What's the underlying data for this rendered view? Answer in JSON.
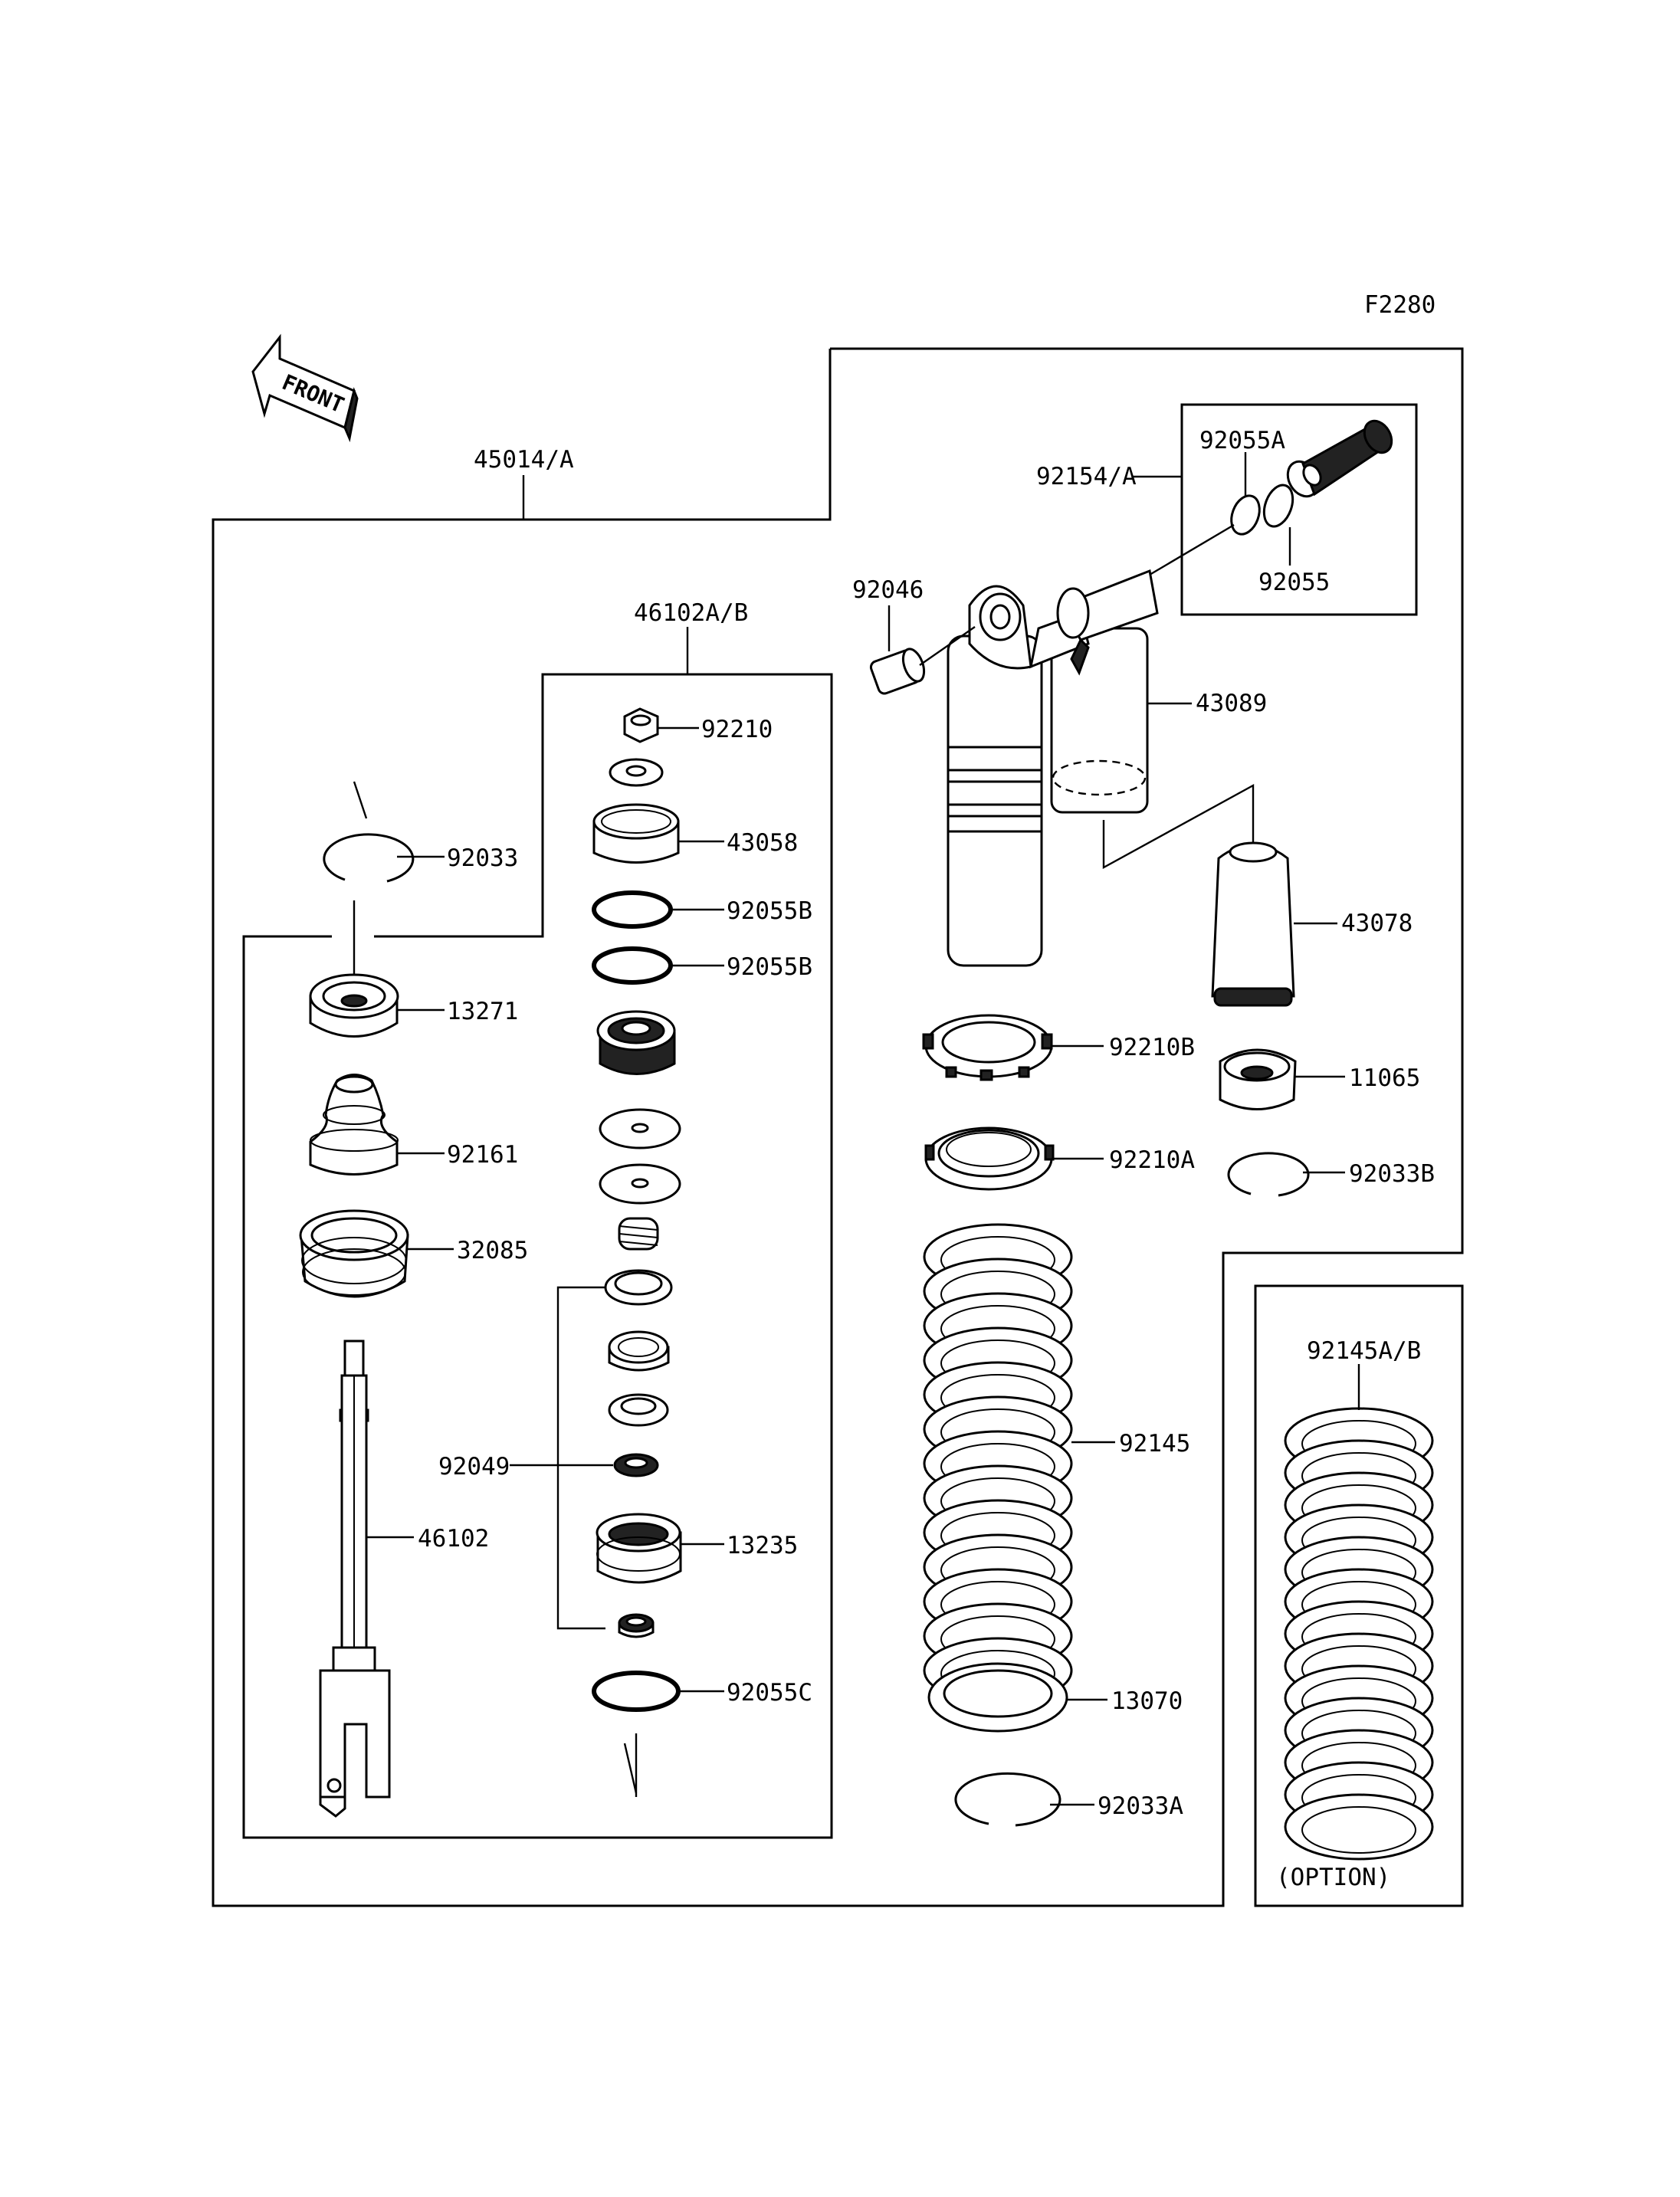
{
  "diagram_code": "F2280",
  "front_label": "FRONT",
  "option_label": "(OPTION)",
  "labels": {
    "p45014A": "45014/A",
    "p46102AB": "46102A/B",
    "p92154A": "92154/A",
    "p92055A": "92055A",
    "p92055": "92055",
    "p92046": "92046",
    "p43089": "43089",
    "p43078": "43078",
    "p92210": "92210",
    "p43058": "43058",
    "p92055B_1": "92055B",
    "p92055B_2": "92055B",
    "p92033": "92033",
    "p13271": "13271",
    "p92161": "92161",
    "p32085": "32085",
    "p92049": "92049",
    "p46102": "46102",
    "p13235": "13235",
    "p92055C": "92055C",
    "p92210B": "92210B",
    "p92210A": "92210A",
    "p11065": "11065",
    "p92033B": "92033B",
    "p92145": "92145",
    "p13070": "13070",
    "p92033A": "92033A",
    "p92145AB": "92145A/B"
  }
}
